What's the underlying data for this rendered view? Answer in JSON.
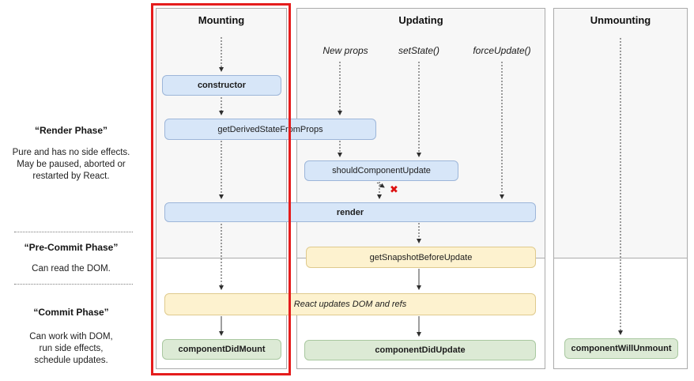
{
  "diagram": {
    "left_panel": {
      "render_phase": {
        "title": "“Render Phase”",
        "lines": [
          "Pure and has no side effects.",
          "May be paused, aborted or",
          "restarted by React."
        ]
      },
      "pre_commit_phase": {
        "title": "“Pre-Commit Phase”",
        "lines": [
          "Can read the DOM."
        ]
      },
      "commit_phase": {
        "title": "“Commit Phase”",
        "lines": [
          "Can work with DOM,",
          "run side effects,",
          "schedule updates."
        ]
      }
    },
    "columns": {
      "mounting": {
        "title": "Mounting"
      },
      "updating": {
        "title": "Updating",
        "triggers": [
          "New props",
          "setState()",
          "forceUpdate()"
        ]
      },
      "unmounting": {
        "title": "Unmounting"
      }
    },
    "nodes": {
      "constructor": {
        "label": "constructor"
      },
      "get_derived_state_from_props": {
        "label": "getDerivedStateFromProps"
      },
      "should_component_update": {
        "label": "shouldComponentUpdate"
      },
      "render": {
        "label": "render"
      },
      "get_snapshot_before_update": {
        "label": "getSnapshotBeforeUpdate"
      },
      "react_updates_dom": {
        "label": "React updates DOM and refs"
      },
      "component_did_mount": {
        "label": "componentDidMount"
      },
      "component_did_update": {
        "label": "componentDidUpdate"
      },
      "component_will_unmount": {
        "label": "componentWillUnmount"
      }
    },
    "marks": {
      "abort": "✖"
    },
    "colors": {
      "blue_fill": "#d7e6f8",
      "blue_border": "#9db6d9",
      "yellow_fill": "#fdf2cf",
      "yellow_border": "#dfca8d",
      "green_fill": "#dcead5",
      "green_border": "#a9c8a0",
      "panel_gray": "#f7f7f7",
      "panel_border": "#ababab",
      "highlight_red": "#e51c1c",
      "abort_red": "#dd1111"
    }
  }
}
